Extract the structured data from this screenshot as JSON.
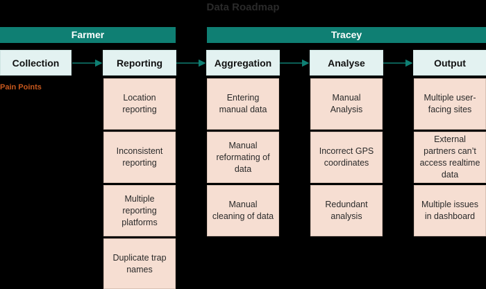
{
  "title": "Data Roadmap",
  "banners": {
    "farmer": "Farmer",
    "tracey": "Tracey"
  },
  "stages": [
    "Collection",
    "Reporting",
    "Aggregation",
    "Analyse",
    "Output"
  ],
  "pain_points_label": "Pain Points",
  "pain_points": {
    "reporting": [
      "Location reporting",
      "Inconsistent reporting",
      "Multiple reporting platforms",
      "Duplicate trap names"
    ],
    "aggregation": [
      "Entering manual data",
      "Manual reformating of data",
      "Manual cleaning of data"
    ],
    "analyse": [
      "Manual Analysis",
      "Incorrect GPS coordinates",
      "Redundant analysis"
    ],
    "output": [
      "Multiple user-facing sites",
      "External partners can’t access realtime data",
      "Multiple issues in dashboard"
    ]
  },
  "colors": {
    "banner": "#0f7f73",
    "stage_fill": "#e3f2f1",
    "card_fill": "#f6ded2",
    "pain_label": "#c8581d",
    "arrow": "#0f7f73"
  }
}
